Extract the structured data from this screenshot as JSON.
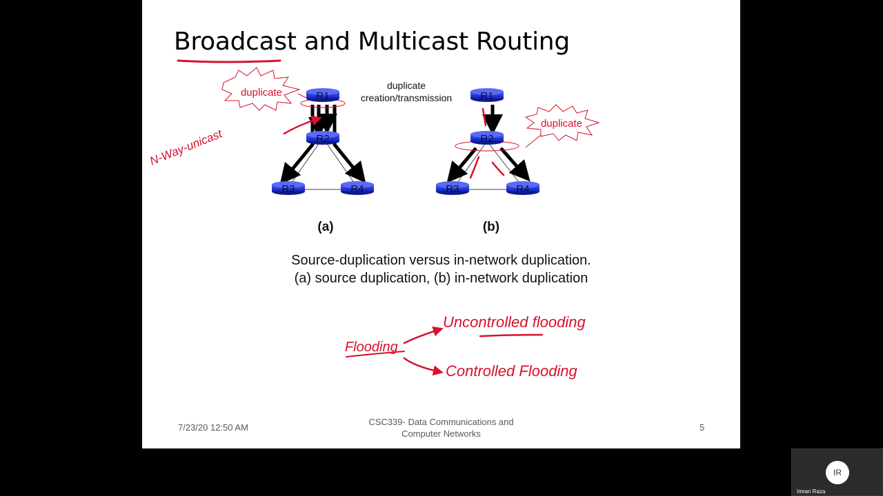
{
  "slide": {
    "title": "Broadcast and Multicast Routing",
    "diagram_a": {
      "routers": [
        "R1",
        "R2",
        "R3",
        "R4"
      ],
      "burst_label": "duplicate",
      "label": "(a)"
    },
    "diagram_b": {
      "routers": [
        "R1",
        "R2",
        "R3",
        "R4"
      ],
      "burst_label": "duplicate",
      "label": "(b)"
    },
    "middle_label_line1": "duplicate",
    "middle_label_line2": "creation/transmission",
    "caption_line1": "Source-duplication versus in-network duplication.",
    "caption_line2": "(a) source duplication, (b) in-network duplication",
    "annotations": {
      "n_way_unicast": "N-Way-unicast",
      "flooding": "Flooding",
      "uncontrolled_flooding": "Uncontrolled flooding",
      "controlled_flooding": "Controlled Flooding"
    },
    "footer": {
      "date": "7/23/20 12:50 AM",
      "course": "CSC339- Data Communications and Computer Networks",
      "page": "5"
    }
  },
  "participant": {
    "initials": "IR",
    "name": "Imran Raza"
  },
  "colors": {
    "router_blue": "#1f2fd6",
    "ink_red": "#d8102a",
    "background": "#000000"
  }
}
